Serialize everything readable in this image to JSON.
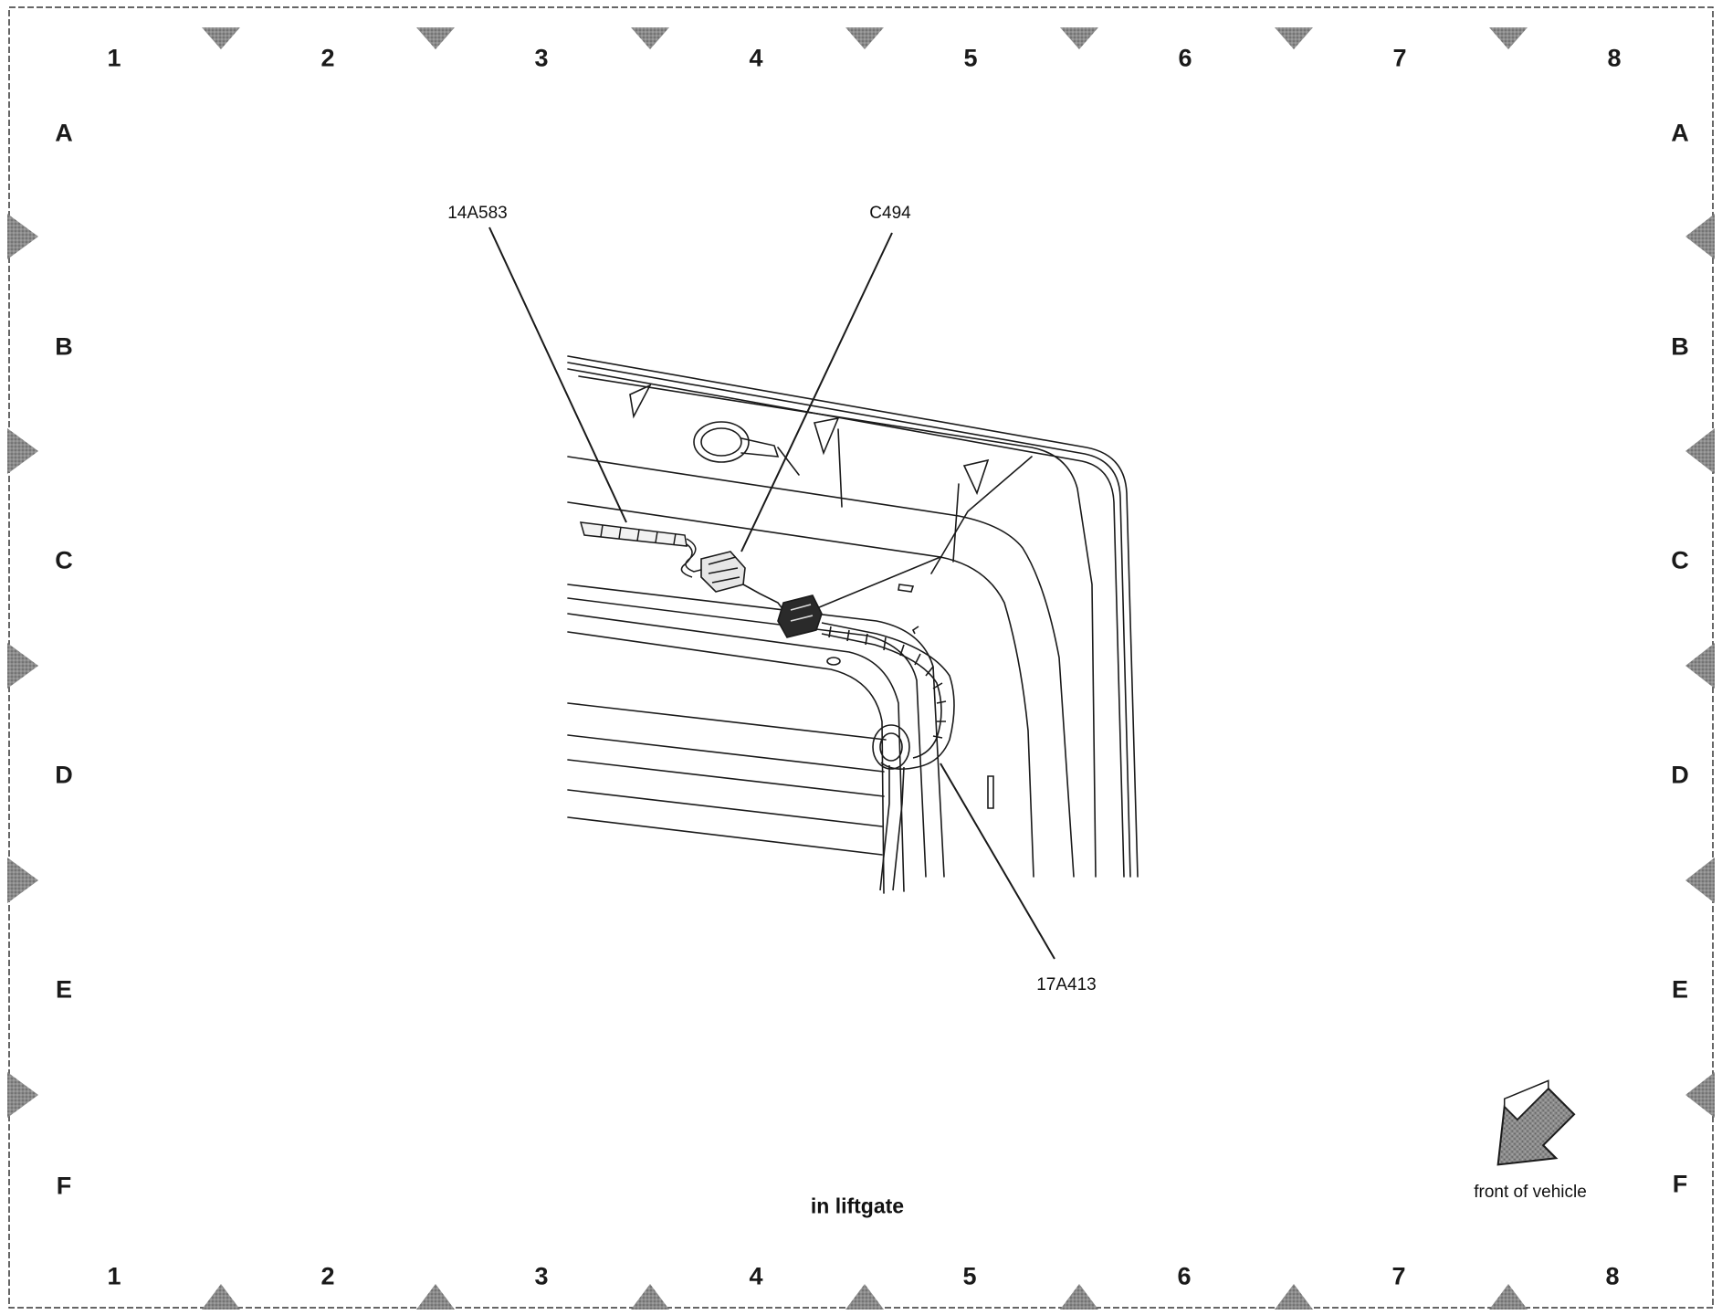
{
  "grid": {
    "columns": [
      "1",
      "2",
      "3",
      "4",
      "5",
      "6",
      "7",
      "8"
    ],
    "rows": [
      "A",
      "B",
      "C",
      "D",
      "E",
      "F"
    ]
  },
  "callouts": {
    "harness_14a583": "14A583",
    "connector_c494": "C494",
    "harness_17a413": "17A413"
  },
  "caption": "in liftgate",
  "orientation": {
    "label": "front of vehicle",
    "icon": "direction-arrow-icon"
  },
  "colors": {
    "marker_fill": "#7a7a7a",
    "line": "#1a1a1a",
    "border": "#333333"
  }
}
